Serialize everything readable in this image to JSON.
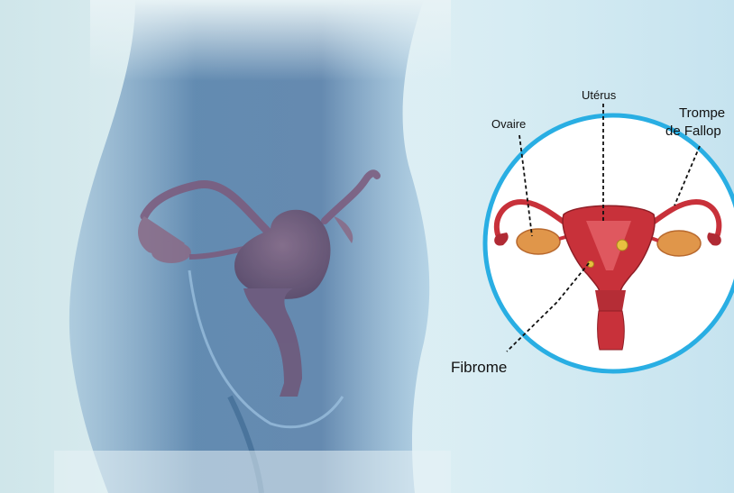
{
  "labels": {
    "ovary": "Ovaire",
    "uterus": "Utérus",
    "tube_line1": "Trompe",
    "tube_line2": "de Fallop",
    "fibroid": "Fibrome"
  },
  "colors": {
    "background": "#d6ecf3",
    "body_silhouette": "#3f6f9c",
    "circle_ring": "#29aee3",
    "uterus_red": "#c8313a",
    "ovary": "#e0964a",
    "fibroid": "#e8c040"
  }
}
